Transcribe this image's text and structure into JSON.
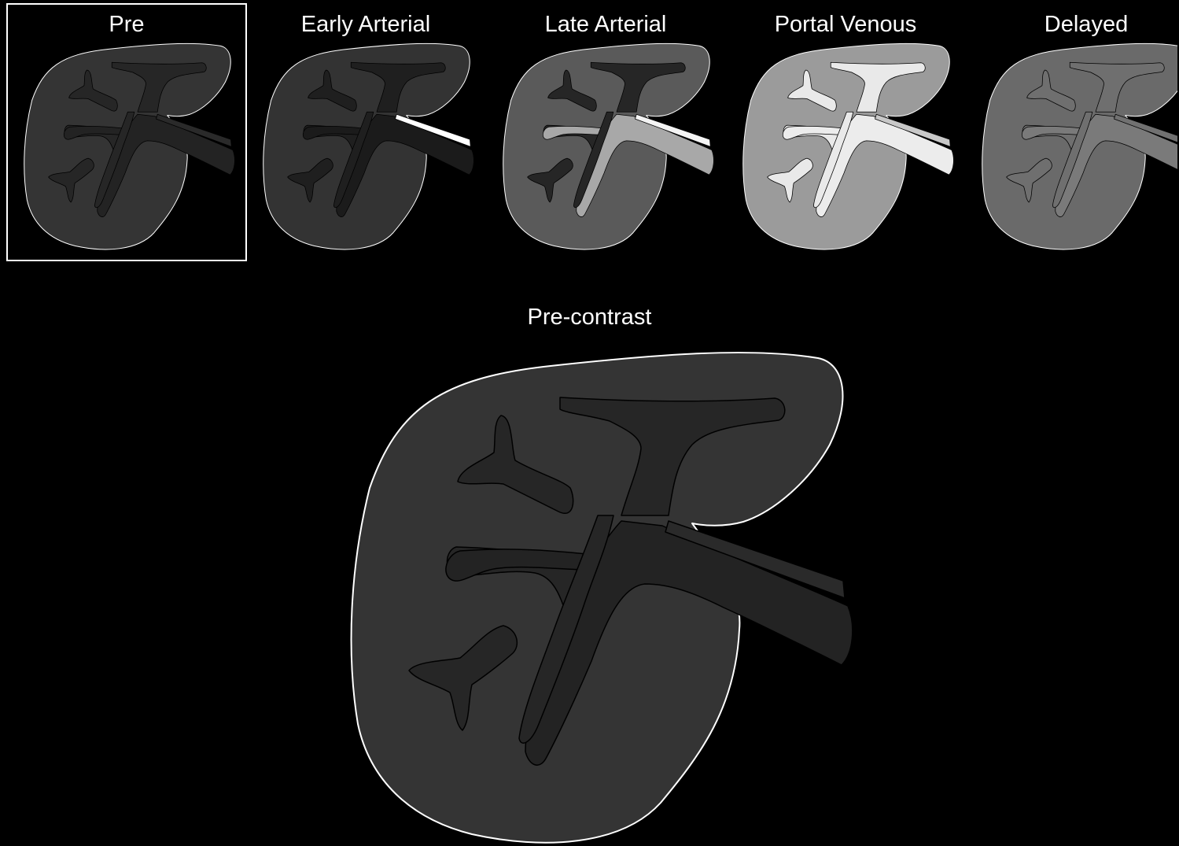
{
  "phases": [
    {
      "label": "Pre",
      "selected": true,
      "colors": {
        "liver": "#343434",
        "hepatic_vein": "#262626",
        "portal_vein": "#232323",
        "artery": "#2a2a2a"
      }
    },
    {
      "label": "Early Arterial",
      "selected": false,
      "colors": {
        "liver": "#333333",
        "hepatic_vein": "#1f1f1f",
        "portal_vein": "#1b1b1b",
        "artery": "#ffffff"
      }
    },
    {
      "label": "Late Arterial",
      "selected": false,
      "colors": {
        "liver": "#5a5a5a",
        "hepatic_vein": "#262626",
        "portal_vein": "#a8a8a8",
        "artery": "#f4f4f4"
      }
    },
    {
      "label": "Portal Venous",
      "selected": false,
      "colors": {
        "liver": "#9b9b9b",
        "hepatic_vein": "#e9e9e9",
        "portal_vein": "#ececec",
        "artery": "#c8c8c8"
      }
    },
    {
      "label": "Delayed",
      "selected": false,
      "colors": {
        "liver": "#6a6a6a",
        "hepatic_vein": "#6f6f6f",
        "portal_vein": "#7a7a7a",
        "artery": "#717171"
      }
    }
  ],
  "main": {
    "title": "Pre-contrast",
    "colors": {
      "liver": "#343434",
      "hepatic_vein": "#262626",
      "portal_vein": "#232323",
      "artery": "#2a2a2a"
    }
  },
  "theme": {
    "background": "#000000",
    "outline": "#ffffff",
    "vessel_edge": "#000000"
  }
}
